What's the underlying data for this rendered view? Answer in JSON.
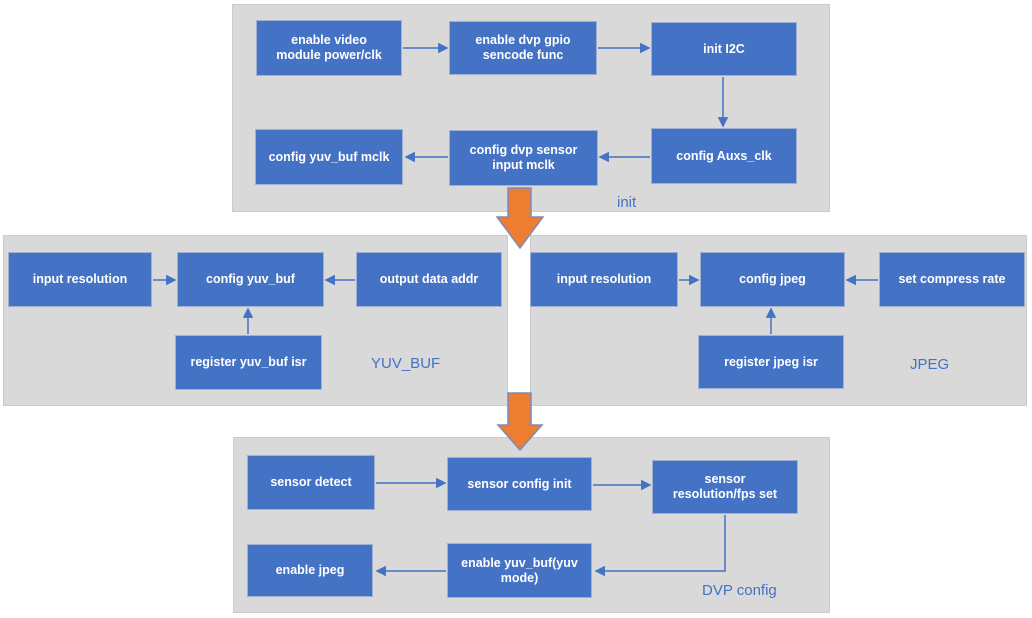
{
  "colors": {
    "node_fill": "#4472C4",
    "node_text": "#FFFFFF",
    "panel_bg": "#D9D9D9",
    "connector": "#4472C4",
    "section_label": "#4472C4",
    "flow_arrow_fill": "#ED7D31",
    "flow_arrow_stroke": "#7C8CB8"
  },
  "sections": {
    "init": {
      "label": "init",
      "nodes": [
        "enable video module power/clk",
        "enable dvp gpio sencode func",
        "init I2C",
        "config Auxs_clk",
        "config dvp sensor input mclk",
        "config yuv_buf mclk"
      ]
    },
    "yuv_buf": {
      "label": "YUV_BUF",
      "nodes": [
        "input resolution",
        "config yuv_buf",
        "output data addr",
        "register yuv_buf isr"
      ]
    },
    "jpeg": {
      "label": "JPEG",
      "nodes": [
        "input resolution",
        "config jpeg",
        "set compress rate",
        "register jpeg isr"
      ]
    },
    "dvp_config": {
      "label": "DVP config",
      "nodes": [
        "sensor detect",
        "sensor config init",
        "sensor resolution/fps set",
        "enable yuv_buf(yuv mode)",
        "enable jpeg"
      ]
    }
  }
}
